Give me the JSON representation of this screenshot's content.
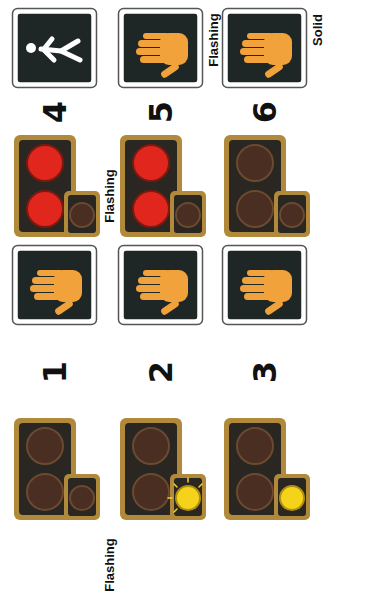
{
  "diagram": {
    "labels": [
      "1",
      "4",
      "Flashing",
      "2",
      "Flashing",
      "5",
      "Flashing",
      "3",
      "6",
      "Solid"
    ]
  }
}
